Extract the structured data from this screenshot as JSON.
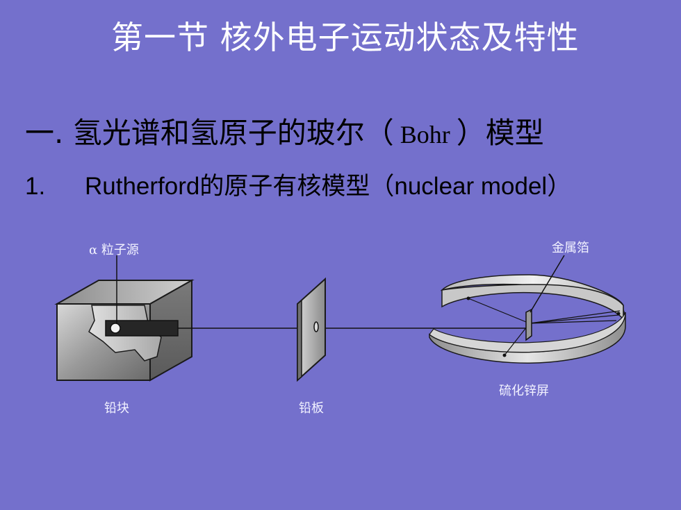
{
  "slide": {
    "title": "第一节  核外电子运动状态及特性",
    "heading_prefix": "一. 氢光谱和氢原子的玻尔（",
    "heading_latin": " Bohr ",
    "heading_suffix": "）模型",
    "sub_number": "1.",
    "sub_text": "Rutherford的原子有核模型（nuclear model）"
  },
  "figure": {
    "labels": {
      "alpha_source": "α 粒子源",
      "lead_block": "铅块",
      "lead_plate": "铅板",
      "metal_foil": "金属箔",
      "zns_screen": "硫化锌屏"
    },
    "colors": {
      "background": "#7470cc",
      "title_text": "#ffffff",
      "body_text": "#000000",
      "label_text": "#f2f2ff",
      "metal_light": "#bfbfbf",
      "metal_dark": "#6e6e6e"
    }
  }
}
